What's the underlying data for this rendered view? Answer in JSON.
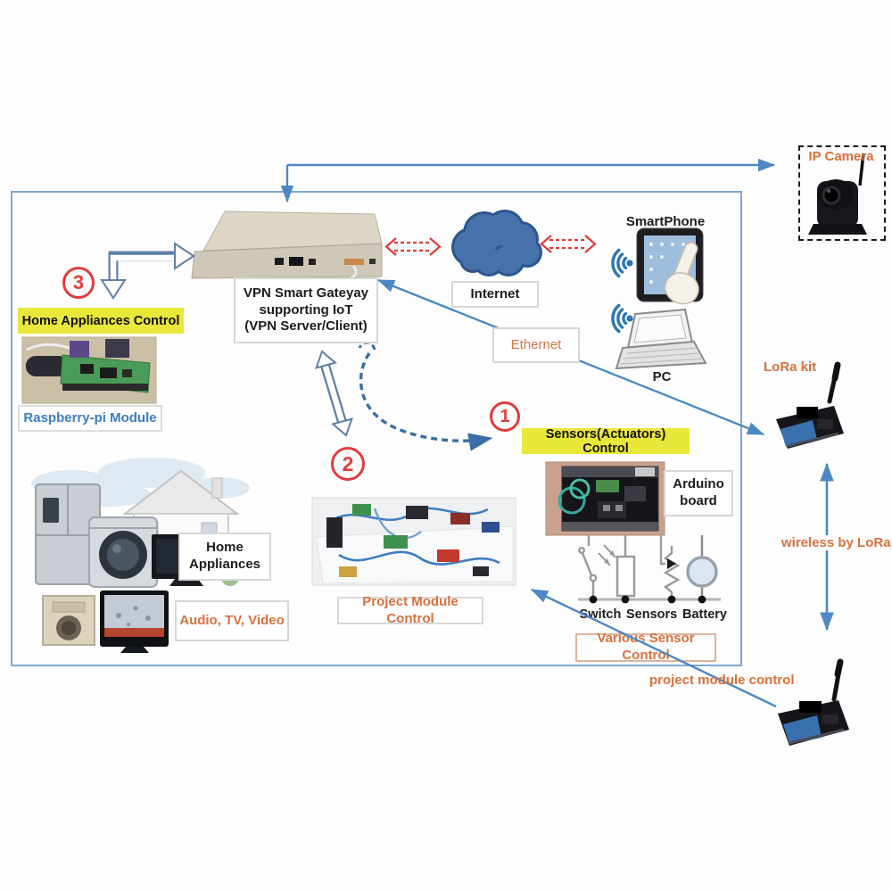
{
  "colors": {
    "diagram_border": "#7fa8d2",
    "arrow_blue": "#4d88c4",
    "accent_red": "#e23b3c",
    "highlight_yellow": "#e9e73a",
    "text_orange": "#d9703d",
    "text_blue": "#3b7dc4",
    "cloud_blue": "#4672a9"
  },
  "steps": {
    "one": "1",
    "two": "2",
    "three": "3"
  },
  "labels": {
    "ip_camera": "IP Camera",
    "smartphone": "SmartPhone",
    "internet": "Internet",
    "ethernet": "Ethernet",
    "pc": "PC",
    "vpn_line1": "VPN Smart Gateyay",
    "vpn_line2": "supporting IoT",
    "vpn_line3": "(VPN Server/Client)",
    "home_appliances_control": "Home Appliances Control",
    "raspberry_pi_module": "Raspberry-pi Module",
    "home_line1": "Home",
    "home_line2": "Appliances",
    "audio_tv_video": "Audio, TV, Video",
    "project_module_control": "Project Module Control",
    "sensors_actuators_control": "Sensors(Actuators) Control",
    "arduino_line1": "Arduino",
    "arduino_line2": "board",
    "switch": "Switch",
    "sensors": "Sensors",
    "battery": "Battery",
    "various_sensor_control": "Various Sensor Control",
    "lora_kit": "LoRa kit",
    "wireless_by_lora": "wireless by LoRa",
    "project_module_control_lower": "project module control"
  }
}
